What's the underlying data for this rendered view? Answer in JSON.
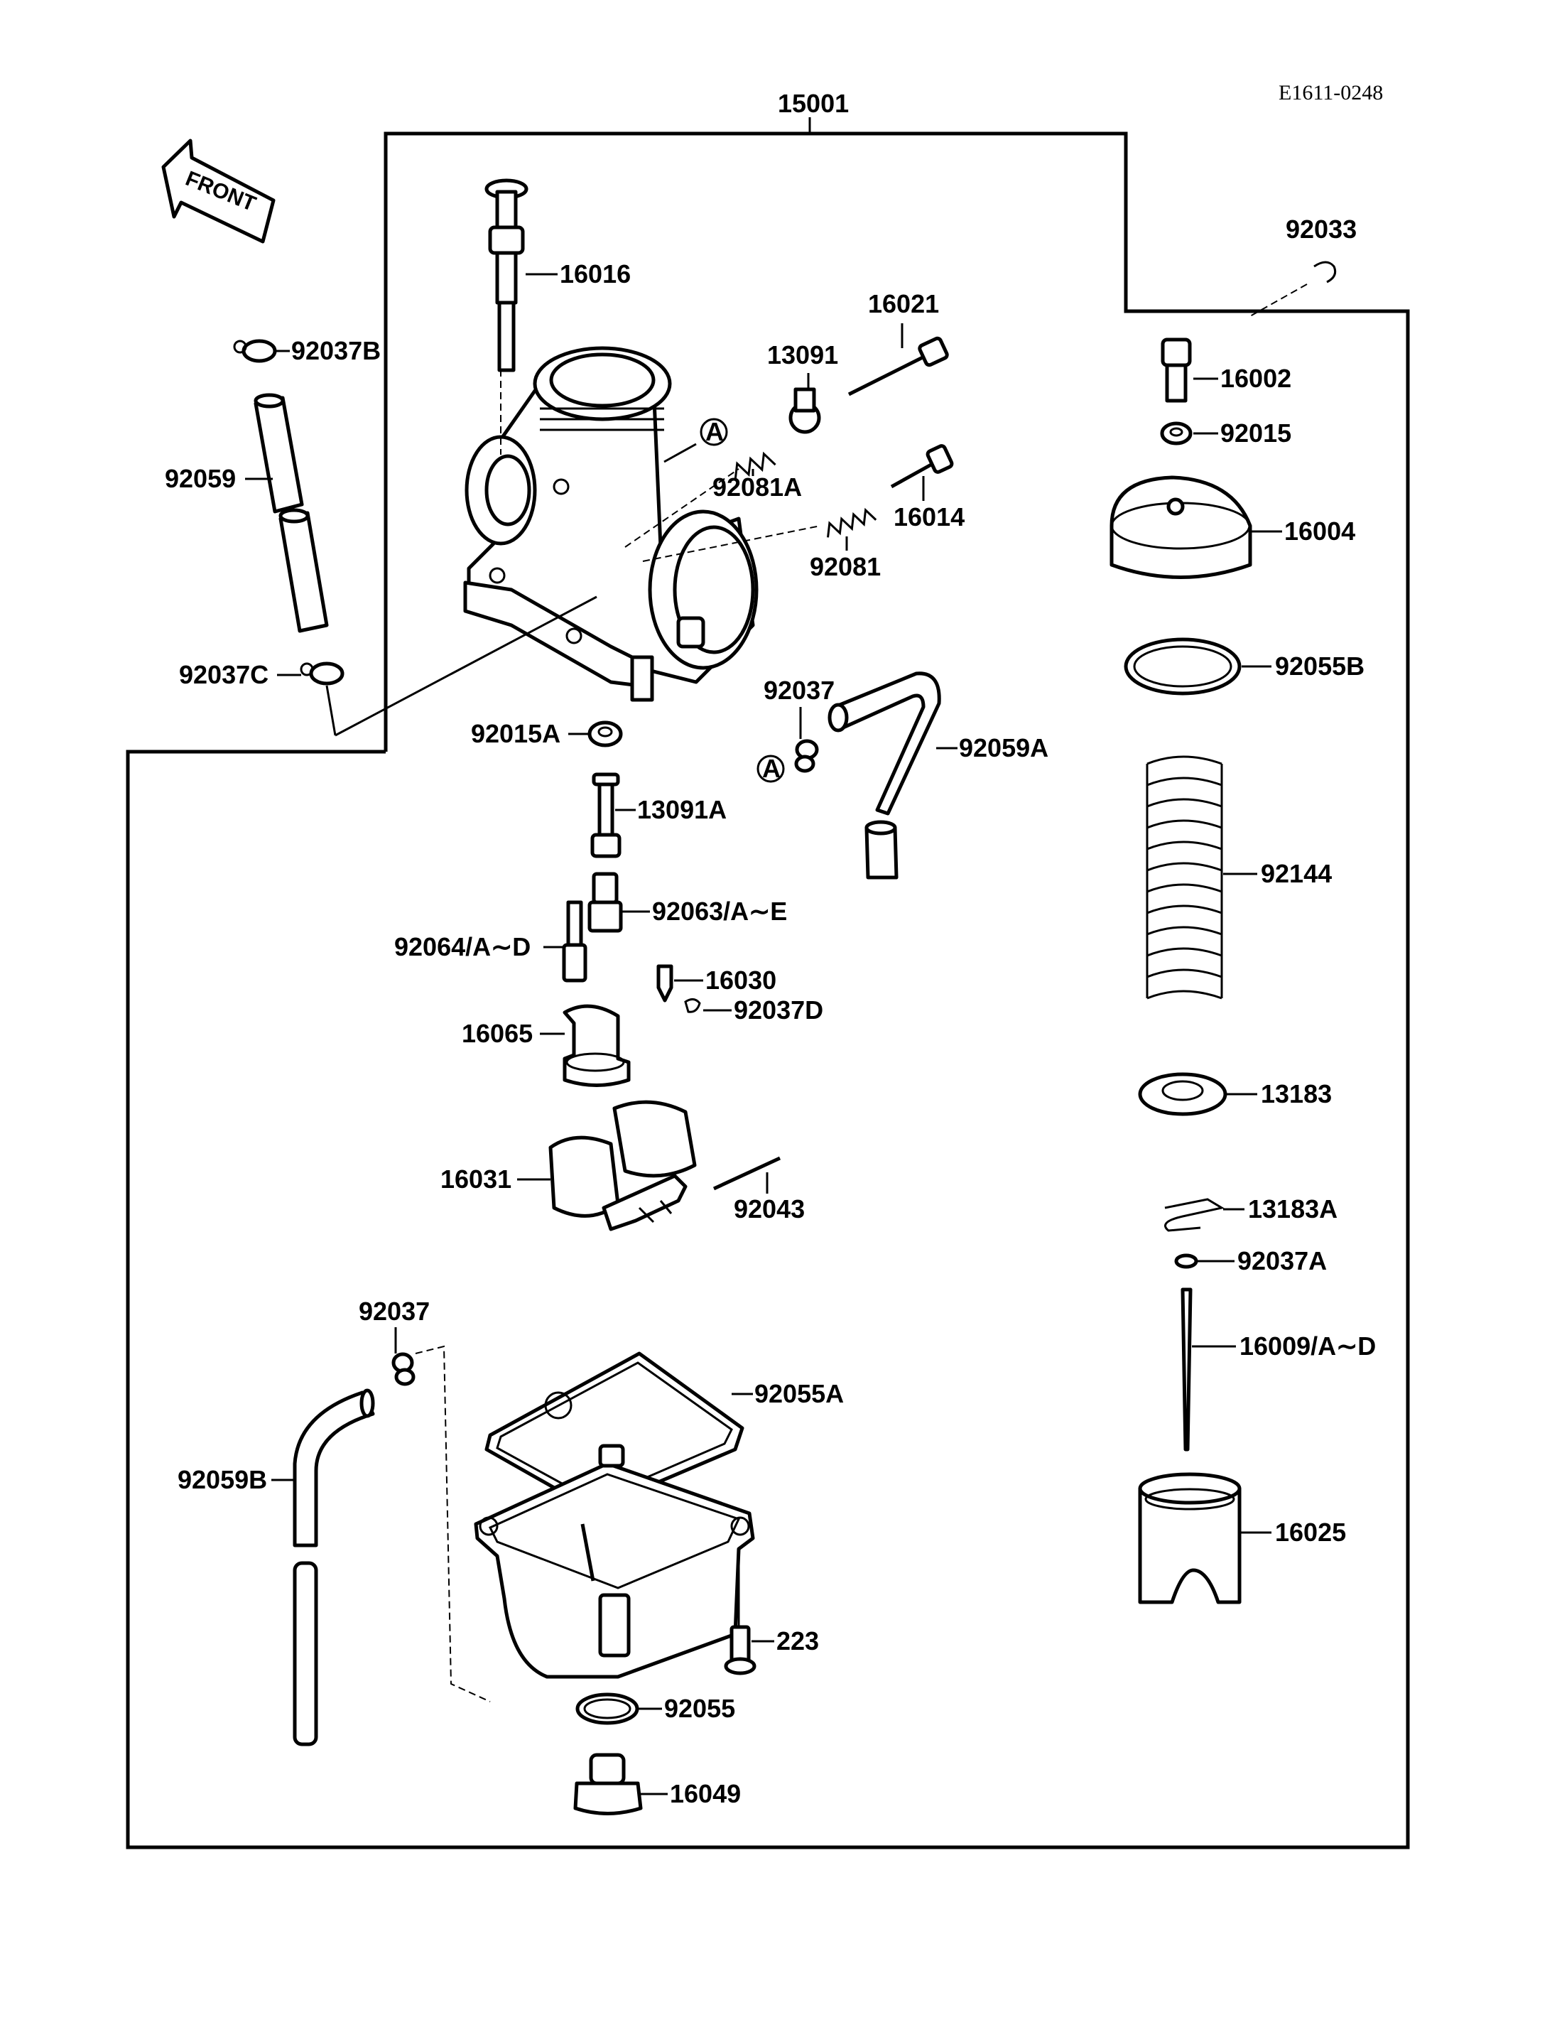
{
  "diagram_code": "E1611-0248",
  "front_label": "FRONT",
  "assembly_label": "15001",
  "ref_marker": "A",
  "parts": [
    {
      "id": "16016",
      "label": "16016"
    },
    {
      "id": "92037B",
      "label": "92037B"
    },
    {
      "id": "92059",
      "label": "92059"
    },
    {
      "id": "92037C",
      "label": "92037C"
    },
    {
      "id": "13091",
      "label": "13091"
    },
    {
      "id": "16021",
      "label": "16021"
    },
    {
      "id": "92081A",
      "label": "92081A"
    },
    {
      "id": "16014",
      "label": "16014"
    },
    {
      "id": "92081",
      "label": "92081"
    },
    {
      "id": "92033",
      "label": "92033"
    },
    {
      "id": "16002",
      "label": "16002"
    },
    {
      "id": "92015",
      "label": "92015"
    },
    {
      "id": "16004",
      "label": "16004"
    },
    {
      "id": "92055B",
      "label": "92055B"
    },
    {
      "id": "92144",
      "label": "92144"
    },
    {
      "id": "13183",
      "label": "13183"
    },
    {
      "id": "13183A",
      "label": "13183A"
    },
    {
      "id": "92037A",
      "label": "92037A"
    },
    {
      "id": "16009",
      "label": "16009/A∼D"
    },
    {
      "id": "16025",
      "label": "16025"
    },
    {
      "id": "92015A",
      "label": "92015A"
    },
    {
      "id": "92037-upper",
      "label": "92037"
    },
    {
      "id": "92059A",
      "label": "92059A"
    },
    {
      "id": "13091A",
      "label": "13091A"
    },
    {
      "id": "92063",
      "label": "92063/A∼E"
    },
    {
      "id": "92064",
      "label": "92064/A∼D"
    },
    {
      "id": "16030",
      "label": "16030"
    },
    {
      "id": "92037D",
      "label": "92037D"
    },
    {
      "id": "16065",
      "label": "16065"
    },
    {
      "id": "16031",
      "label": "16031"
    },
    {
      "id": "92043",
      "label": "92043"
    },
    {
      "id": "92037-lower",
      "label": "92037"
    },
    {
      "id": "92055A",
      "label": "92055A"
    },
    {
      "id": "92059B",
      "label": "92059B"
    },
    {
      "id": "223",
      "label": "223"
    },
    {
      "id": "92055",
      "label": "92055"
    },
    {
      "id": "16049",
      "label": "16049"
    }
  ]
}
